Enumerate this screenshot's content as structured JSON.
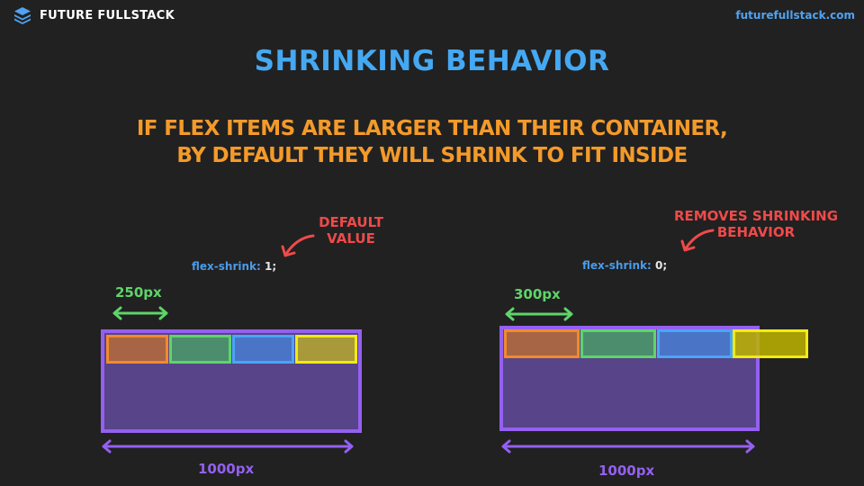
{
  "header": {
    "brand_name": "FUTURE FULLSTACK",
    "site": "futurefullstack.com",
    "logo_icon": "stacked-layers-icon"
  },
  "slide": {
    "title": "Shrinking Behavior",
    "subtitle_line1": "If flex items are larger than their container,",
    "subtitle_line2": "by default they will shrink to fit inside"
  },
  "left_example": {
    "note_line1": "DEFAULT",
    "note_line2": "VALUE",
    "code_prop": "flex-shrink:",
    "code_value": "1;",
    "item_width_label": "250px",
    "container_width_label": "1000px"
  },
  "right_example": {
    "note_line1": "REMOVES SHRINKING",
    "note_line2": "BEHAVIOR",
    "code_prop": "flex-shrink:",
    "code_value": "0;",
    "item_width_label": "300px",
    "container_width_label": "1000px"
  },
  "colors": {
    "background": "#212121",
    "title": "#45a8f2",
    "subtitle": "#f49a2a",
    "note": "#ef4a4a",
    "container_fill": "#574489",
    "container_border": "#9460f0",
    "width_arrow": "#5fd46a",
    "container_arrow": "#9460f0",
    "item_orange": "#f28a2c",
    "item_green": "#5fd46a",
    "item_blue": "#49a6f5",
    "item_yellow": "#f2ea12"
  }
}
